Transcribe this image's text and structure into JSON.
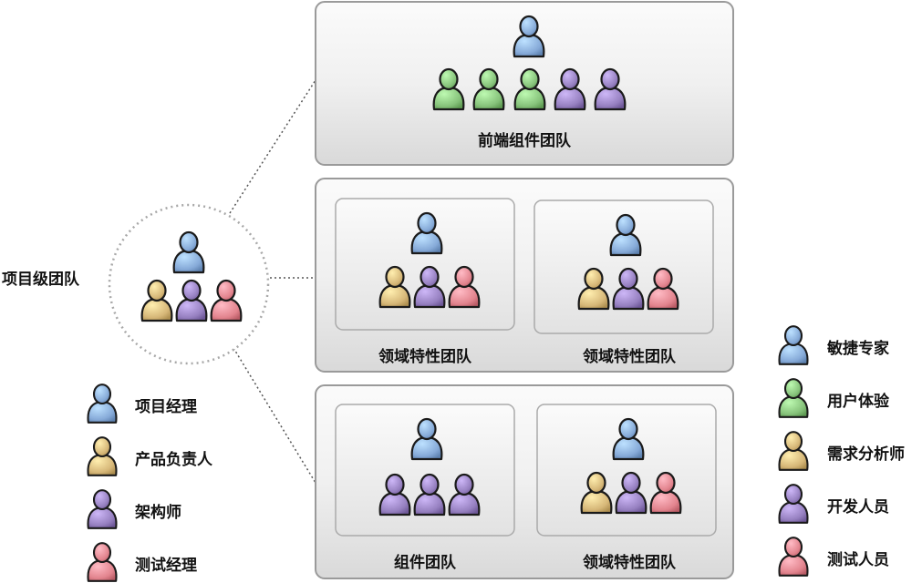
{
  "colors": {
    "project_manager": "#86aad8",
    "product_owner": "#d6b778",
    "architect": "#9680c0",
    "test_manager": "#e2848e",
    "agile_expert": "#86aad8",
    "ux": "#86c27a",
    "analyst": "#d6b778",
    "developer": "#9680c0",
    "tester": "#e2848e"
  },
  "project_team": {
    "label": "项目级团队"
  },
  "teams": {
    "frontend": {
      "label": "前端组件团队"
    },
    "domain_a": {
      "label": "领域特性团队"
    },
    "domain_b": {
      "label": "领域特性团队"
    },
    "component": {
      "label": "组件团队"
    },
    "domain_c": {
      "label": "领域特性团队"
    }
  },
  "legend_left": [
    {
      "label": "项目经理",
      "icon": "project-manager-icon",
      "role": "project_manager"
    },
    {
      "label": "产品负责人",
      "icon": "product-owner-icon",
      "role": "product_owner"
    },
    {
      "label": "架构师",
      "icon": "architect-icon",
      "role": "architect"
    },
    {
      "label": "测试经理",
      "icon": "test-manager-icon",
      "role": "test_manager"
    }
  ],
  "legend_right": [
    {
      "label": "敏捷专家",
      "icon": "agile-expert-icon",
      "role": "agile_expert"
    },
    {
      "label": "用户体验",
      "icon": "ux-icon",
      "role": "ux"
    },
    {
      "label": "需求分析师",
      "icon": "analyst-icon",
      "role": "analyst"
    },
    {
      "label": "开发人员",
      "icon": "developer-icon",
      "role": "developer"
    },
    {
      "label": "测试人员",
      "icon": "tester-icon",
      "role": "tester"
    }
  ]
}
